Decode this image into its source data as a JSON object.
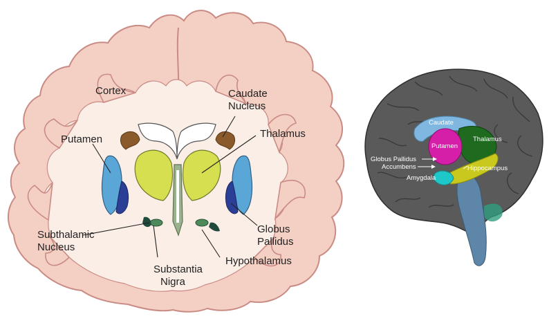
{
  "coronal_section": {
    "labels": {
      "cortex": "Cortex",
      "caudate_line1": "Caudate",
      "caudate_line2": "Nucleus",
      "putamen": "Putamen",
      "thalamus": "Thalamus",
      "subthalamic_line1": "Subthalamic",
      "subthalamic_line2": "Nucleus",
      "globus_line1": "Globus",
      "globus_line2": "Pallidus",
      "substantia_line1": "Substantia",
      "substantia_line2": "Nigra",
      "hypothalamus": "Hypothalamus"
    },
    "colors": {
      "cortex_fill": "#f4cfc4",
      "cortex_edge": "#c98b84",
      "white_matter": "#fbeee6",
      "putamen": "#5aa6d6",
      "globus_pallidus": "#2b3f97",
      "thalamus": "#d6df4f",
      "caudate": "#8a5a2b",
      "ventricle": "#ffffff",
      "midline": "#9bb28e",
      "subthalamic": "#4c8a5c",
      "substantia_nigra": "#1f4a3c"
    }
  },
  "sagittal_model": {
    "labels": {
      "caudate": "Caudate",
      "putamen": "Putamen",
      "thalamus": "Thalamus",
      "globus_pallidus": "Globus Pallidus",
      "accumbens": "Accumbens",
      "amygdala": "Amygdala",
      "hippocampus": "Hippocampus"
    },
    "colors": {
      "cortex": "#5a5a5a",
      "caudate": "#7fb7e0",
      "putamen": "#d61fa8",
      "thalamus": "#1e6a1e",
      "hippocampus": "#c8c81e",
      "amygdala": "#1ec8c8",
      "brainstem": "#5e86a8",
      "cerebellum_accent": "#2e9e7e"
    }
  }
}
